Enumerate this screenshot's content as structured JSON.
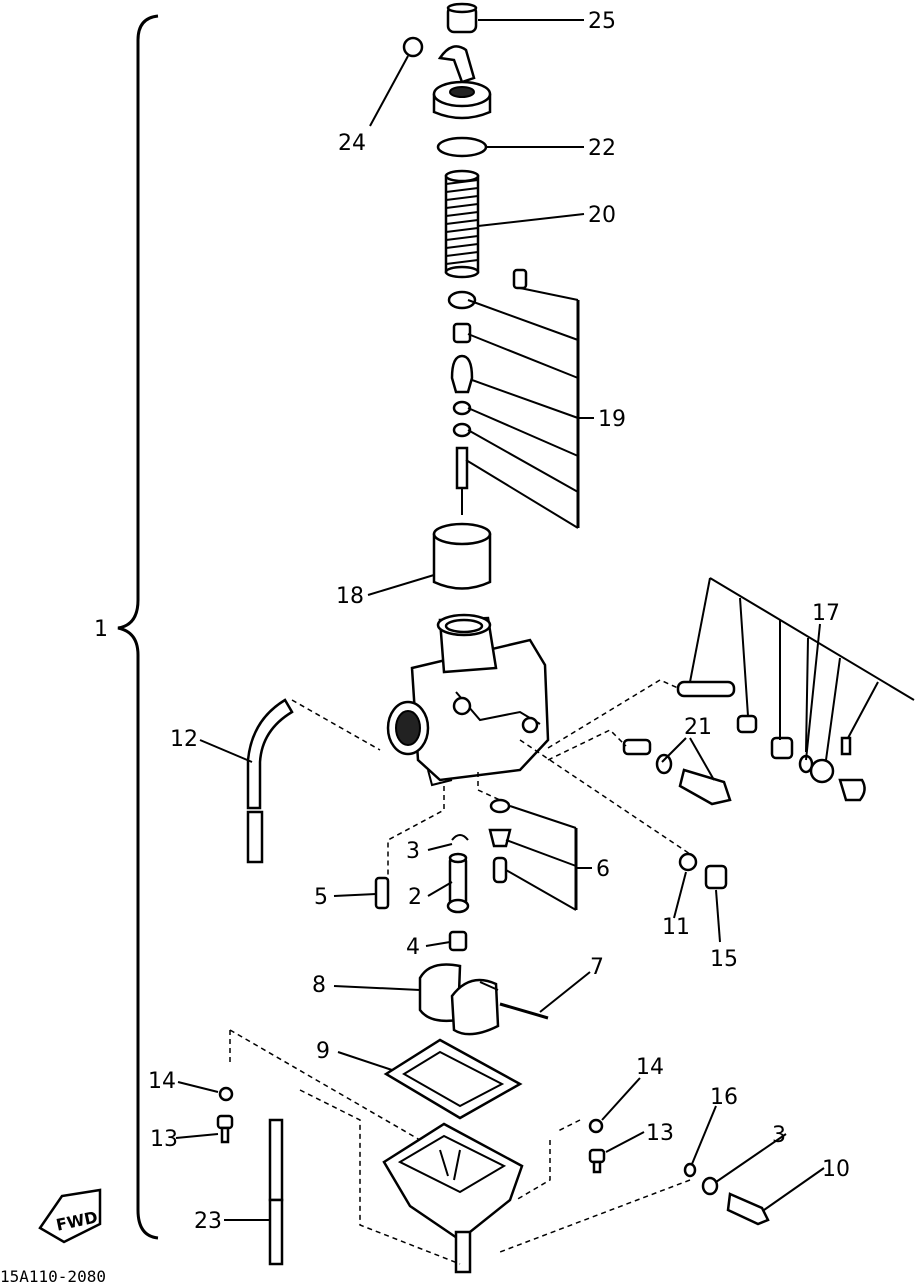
{
  "diagram": {
    "callouts": {
      "c1": "1",
      "c2": "2",
      "c3a": "3",
      "c3b": "3",
      "c4": "4",
      "c5": "5",
      "c6": "6",
      "c7": "7",
      "c8": "8",
      "c9": "9",
      "c10": "10",
      "c11": "11",
      "c12": "12",
      "c13a": "13",
      "c13b": "13",
      "c14a": "14",
      "c14b": "14",
      "c15": "15",
      "c16": "16",
      "c17": "17",
      "c18": "18",
      "c19": "19",
      "c20": "20",
      "c21": "21",
      "c22": "22",
      "c23": "23",
      "c24": "24",
      "c25": "25"
    },
    "badge": "FWD",
    "figure_code": "15A110-2080"
  }
}
